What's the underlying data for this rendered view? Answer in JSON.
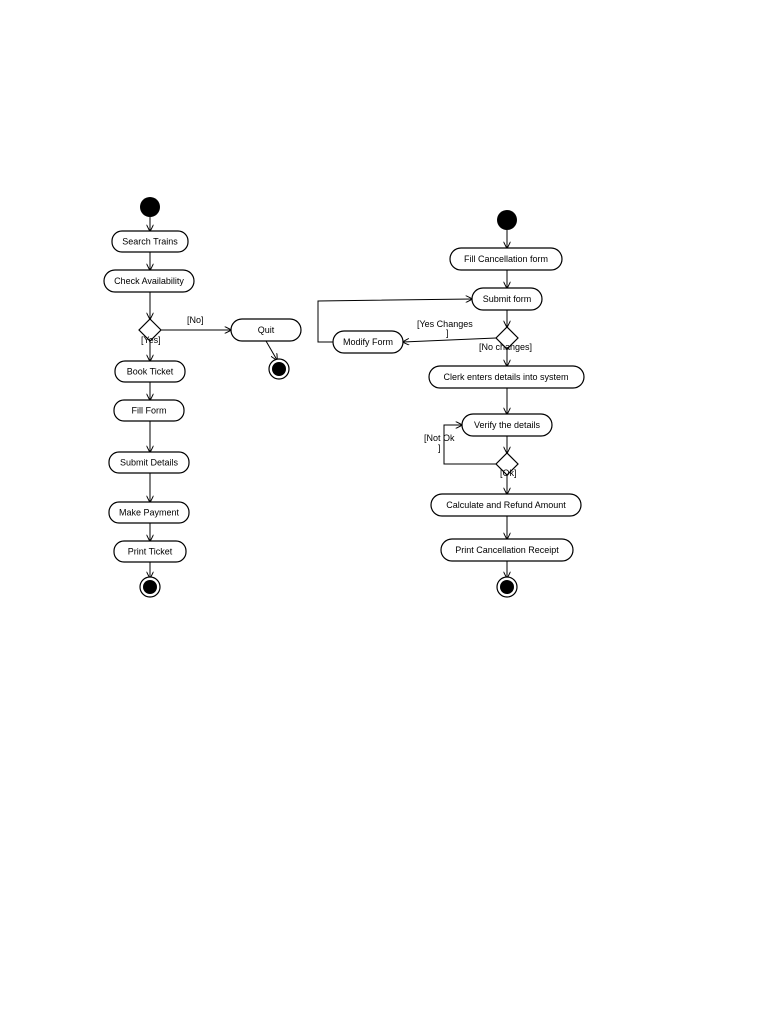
{
  "left_flow": {
    "search_trains": "Search Trains",
    "check_availability": "Check Availability",
    "guard_no": "[No]",
    "guard_yes": "[Yes]",
    "quit": "Quit",
    "book_ticket": "Book Ticket",
    "fill_form": "Fill Form",
    "submit_details": "Submit Details",
    "make_payment": "Make Payment",
    "print_ticket": "Print Ticket"
  },
  "right_flow": {
    "fill_cancellation_form": "Fill Cancellation form",
    "submit_form": "Submit form",
    "modify_form": "Modify Form",
    "guard_yes_changes_1": "[Yes Changes",
    "guard_yes_changes_2": "]",
    "guard_no_changes": "[No changes]",
    "clerk_enters": "Clerk enters details into system",
    "verify_details": "Verify the details",
    "guard_not_ok_1": "[Not Ok",
    "guard_not_ok_2": "]",
    "guard_ok": "[Ok]",
    "calculate_refund": "Calculate and Refund Amount",
    "print_receipt": "Print Cancellation Receipt"
  }
}
